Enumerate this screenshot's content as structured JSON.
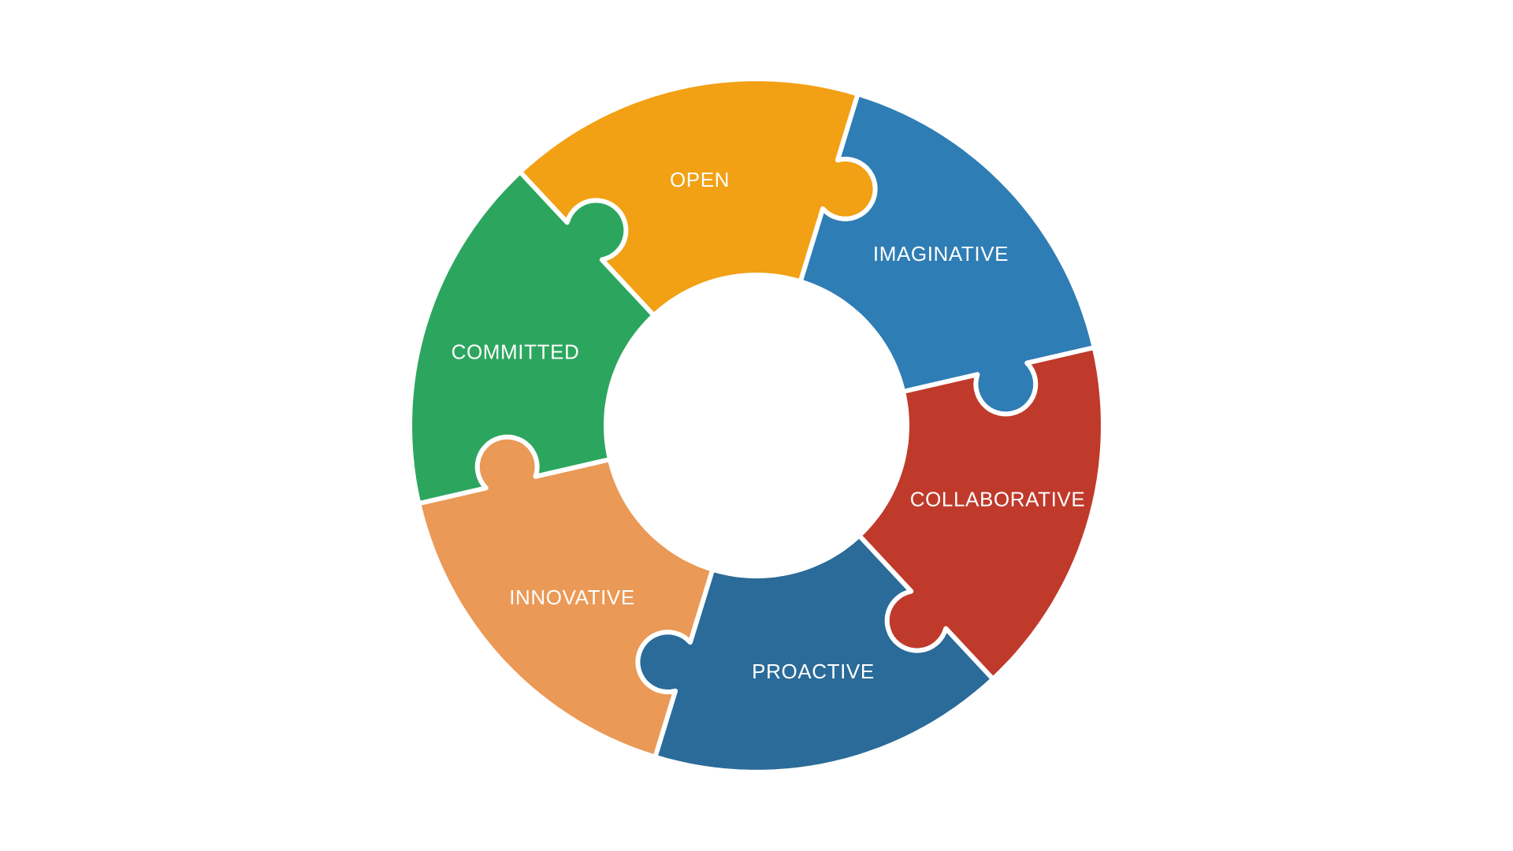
{
  "diagram": {
    "type": "circular-puzzle-ring",
    "background_color": "#ffffff",
    "piece_gap_color": "#ffffff",
    "label_color": "#ffffff",
    "segments": [
      {
        "label": "OPEN",
        "color": "#F2A014"
      },
      {
        "label": "IMAGINATIVE",
        "color": "#2F7DB5"
      },
      {
        "label": "COLLABORATIVE",
        "color": "#BF3A2B"
      },
      {
        "label": "PROACTIVE",
        "color": "#2A6B99"
      },
      {
        "label": "INNOVATIVE",
        "color": "#EA9956"
      },
      {
        "label": "COMMITTED",
        "color": "#2CA65E"
      }
    ]
  }
}
